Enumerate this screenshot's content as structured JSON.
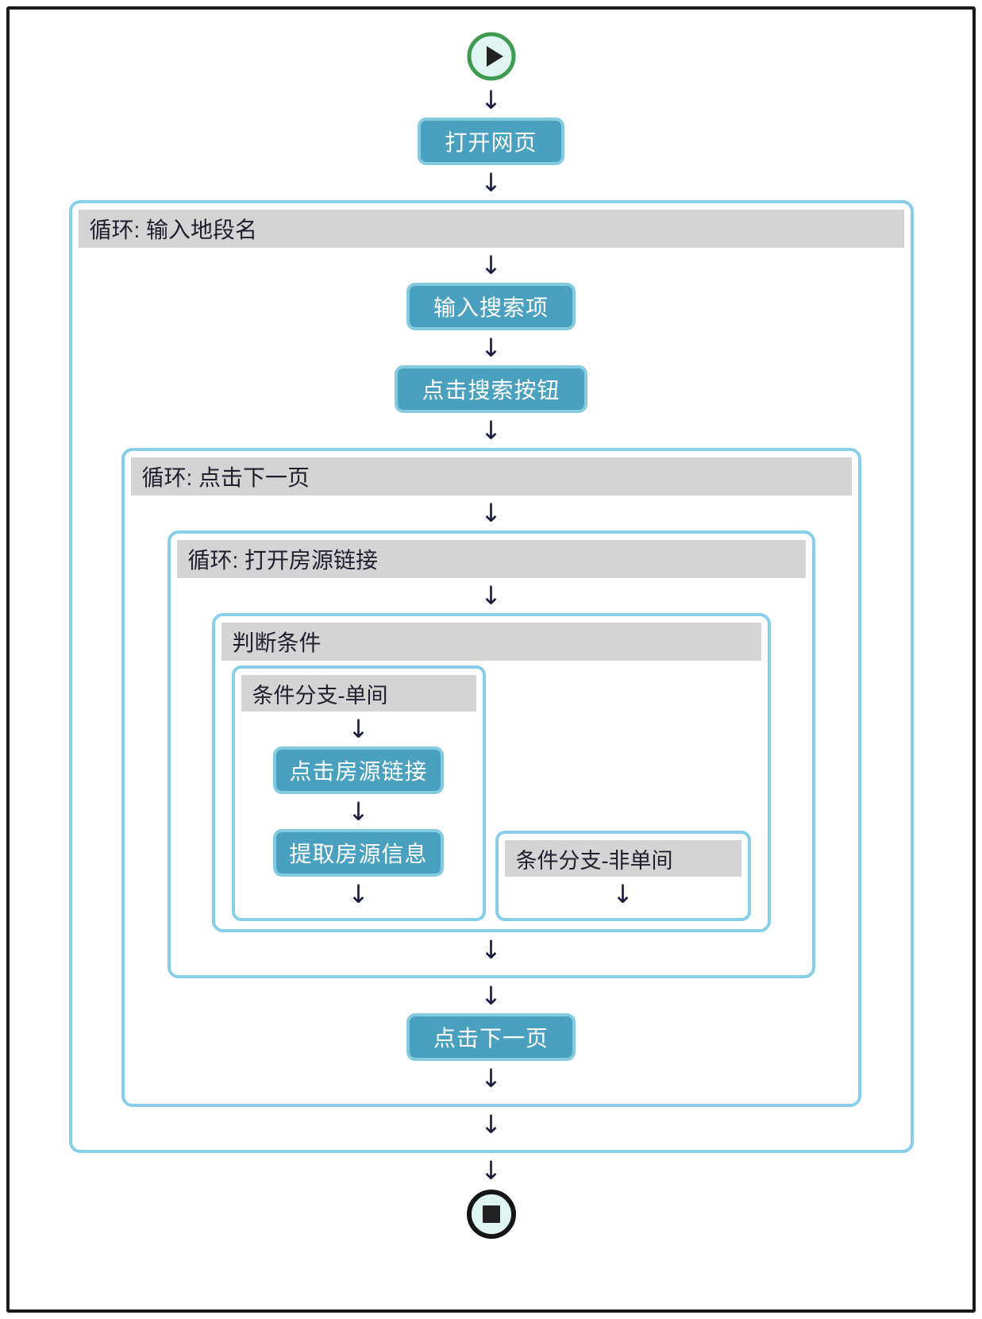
{
  "diagram": {
    "type": "flowchart",
    "arrow_glyph": "↓",
    "start": {
      "icon": "play-icon"
    },
    "end": {
      "icon": "stop-icon"
    },
    "nodes": {
      "open_webpage": "打开网页",
      "enter_search_term": "输入搜索项",
      "click_search_button": "点击搜索按钮",
      "click_listing_link": "点击房源链接",
      "extract_listing_info": "提取房源信息",
      "click_next_page": "点击下一页"
    },
    "containers": {
      "loop_enter_district_name": "循环: 输入地段名",
      "loop_click_next_page": "循环: 点击下一页",
      "loop_open_listing_links": "循环: 打开房源链接",
      "condition": "判断条件",
      "branch_single_room": "条件分支-单间",
      "branch_non_single_room": "条件分支-非单间"
    },
    "colors": {
      "node_fill": "#4aa0bf",
      "node_border": "#85cbdf",
      "container_border": "#87ceeb",
      "header_bg": "#d4d4d4",
      "header_text": "#1f1f2e",
      "start_ring": "#3d9b50",
      "end_ring": "#151515",
      "icon_bg": "#dff5f2",
      "icon_glyph": "#232323",
      "arrow": "#1a1a3c",
      "frame_border": "#1a1a1a"
    }
  }
}
